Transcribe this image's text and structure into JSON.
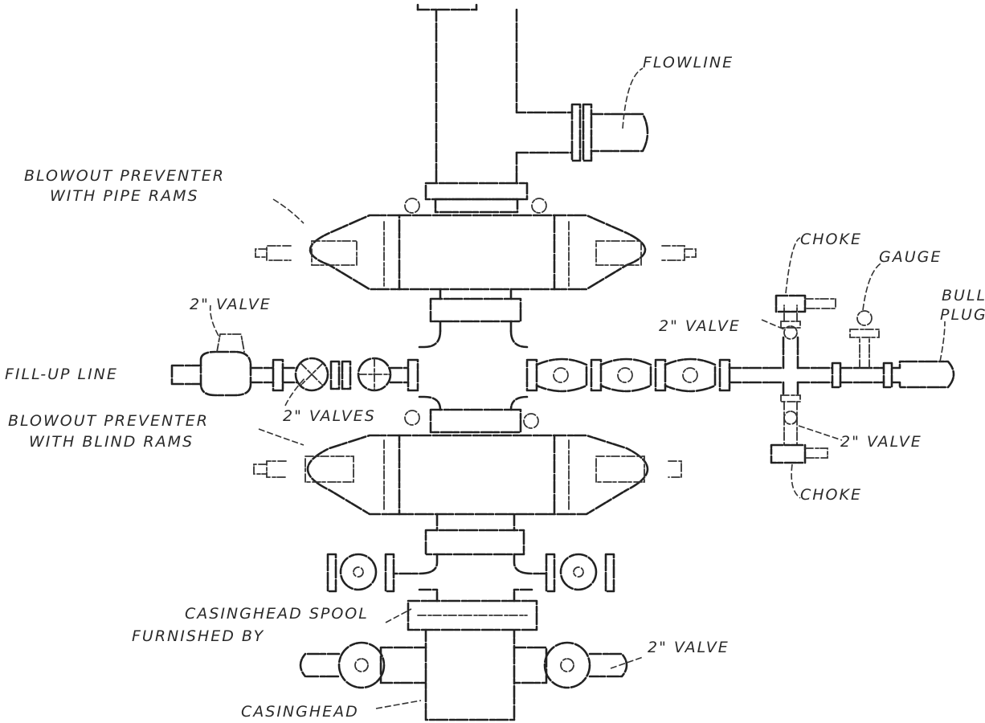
{
  "labels": {
    "flowline": "FLOWLINE",
    "bop_pipe_rams_1": "BLOWOUT PREVENTER",
    "bop_pipe_rams_2": "WITH PIPE RAMS",
    "choke_top": "CHOKE",
    "gauge": "GAUGE",
    "bull_plug_1": "BULL",
    "bull_plug_2": "PLUG",
    "valve_2in_left": "2\" VALVE",
    "valve_2in_choke_upper": "2\" VALVE",
    "fill_up_line": "FILL-UP LINE",
    "valves_2in": "2\" VALVES",
    "bop_blind_rams_1": "BLOWOUT PREVENTER",
    "bop_blind_rams_2": "WITH BLIND RAMS",
    "valve_2in_choke_lower": "2\" VALVE",
    "choke_bottom": "CHOKE",
    "casinghead_spool_1": "CASINGHEAD SPOOL",
    "casinghead_spool_2": "FURNISHED BY",
    "valve_2in_casinghead": "2\" VALVE",
    "casinghead": "CASINGHEAD"
  }
}
